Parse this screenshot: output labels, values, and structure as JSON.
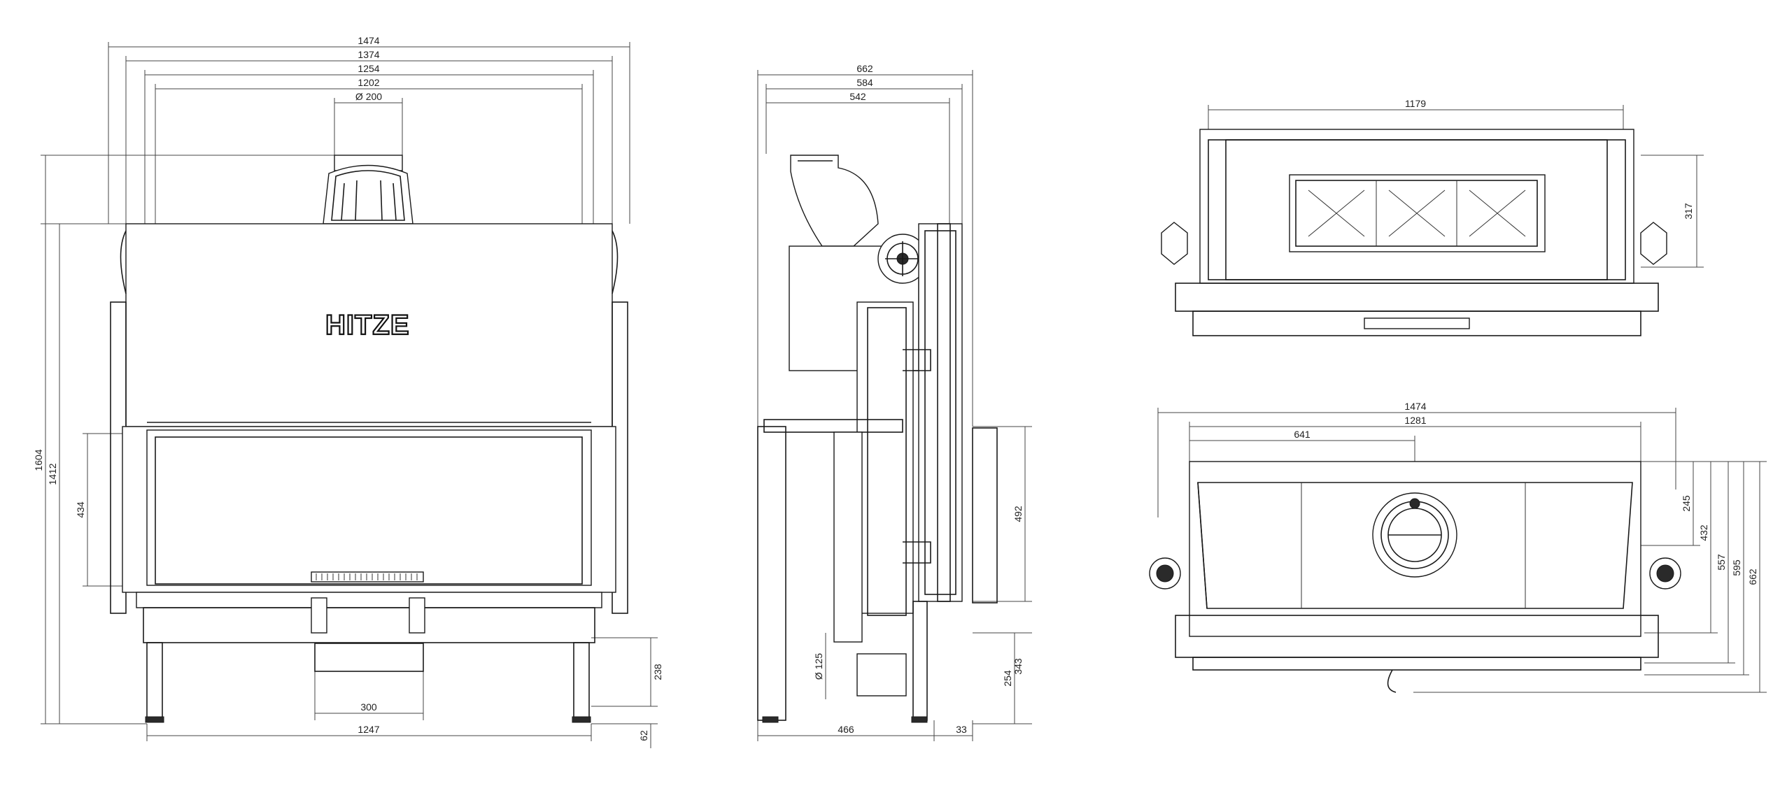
{
  "brand": "HITZE",
  "front_view": {
    "widths": [
      "1474",
      "1374",
      "1254",
      "1202"
    ],
    "flue_diameter": "Ø 200",
    "heights": [
      "1604",
      "1412",
      "434"
    ],
    "bottom": [
      "300",
      "1247"
    ],
    "right": [
      "238",
      "62"
    ]
  },
  "side_view": {
    "widths": [
      "662",
      "584",
      "542"
    ],
    "heights": [
      "492",
      "343",
      "254"
    ],
    "intake_diameter": "Ø 125",
    "bottom": [
      "466",
      "33"
    ]
  },
  "top_view": {
    "width": "1179",
    "height": "317"
  },
  "bottom_view": {
    "widths": [
      "1474",
      "1281",
      "641"
    ],
    "depths": [
      "245",
      "432",
      "557",
      "595",
      "662"
    ]
  }
}
